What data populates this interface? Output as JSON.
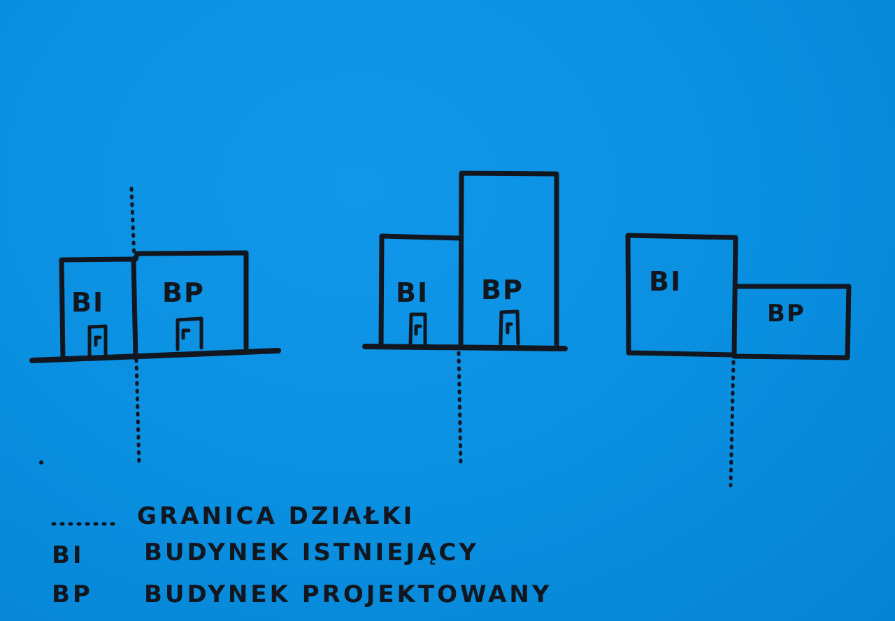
{
  "diagram": {
    "labels": {
      "existing": "BI",
      "projected": "BP"
    },
    "legend": [
      {
        "symbol": ".......",
        "description": "GRANICA DZIAŁKI"
      },
      {
        "symbol": "BI",
        "description": "BUDYNEK ISTNIEJĄCY"
      },
      {
        "symbol": "BP",
        "description": "BUDYNEK PROJEKTOWANY"
      }
    ],
    "colors": {
      "paper": "#0a8fe0",
      "ink": "#12161e"
    }
  }
}
